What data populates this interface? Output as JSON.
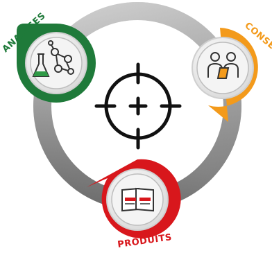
{
  "diagram": {
    "nodes": [
      {
        "id": "analyses",
        "label": "ANALYSES",
        "color": "#1f7a3a",
        "icon": "lab-flask-molecule-icon"
      },
      {
        "id": "conseils",
        "label": "CONSEILS",
        "color": "#f39a1b",
        "icon": "consultants-icon"
      },
      {
        "id": "produits",
        "label": "PRODUITS",
        "color": "#d8171c",
        "icon": "product-bags-icon"
      }
    ],
    "center_icon": "crosshair-target-icon",
    "ring_color": "#8a8a8a"
  }
}
